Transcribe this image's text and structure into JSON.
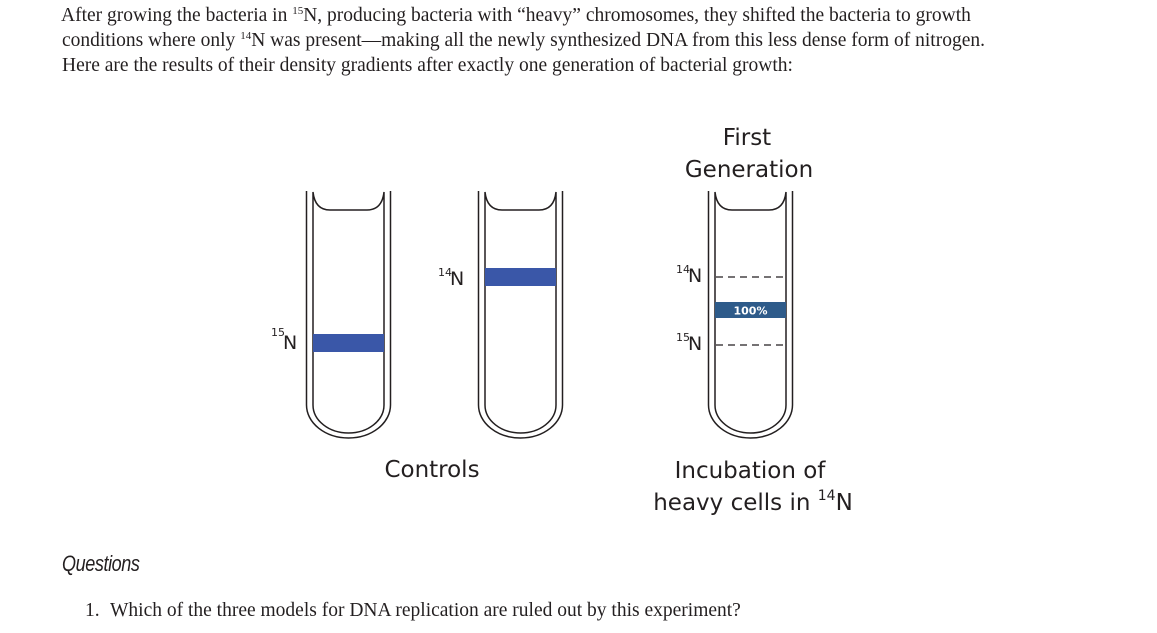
{
  "intro": {
    "line1_a": "After growing the bacteria in ",
    "line1_sup": "15",
    "line1_b": "N, producing bacteria with “heavy” chromosomes, they shifted the bacteria to growth",
    "line2_a": "conditions where only ",
    "line2_sup": "14",
    "line2_b": "N was present—making all the newly synthesized DNA from this less dense form of nitrogen.",
    "line3": "Here are the results of their density gradients after exactly one generation of bacterial growth:"
  },
  "figure": {
    "colors": {
      "band_blue": "#3a57a8",
      "band_dark": "#2e5b8a",
      "outline": "#231f20"
    },
    "tube1": {
      "label_sup": "15",
      "label_base": "N"
    },
    "tube2": {
      "label_sup": "14",
      "label_base": "N"
    },
    "tube3": {
      "top_label_sup": "14",
      "top_label_base": "N",
      "bottom_label_sup": "15",
      "bottom_label_base": "N",
      "band_text": "100%"
    },
    "title_line1": "First",
    "title_line2": "Generation",
    "controls_caption": "Controls",
    "incubation_line1": "Incubation of",
    "incubation_line2_a": "heavy cells in ",
    "incubation_line2_sup": "14",
    "incubation_line2_b": "N"
  },
  "questions": {
    "heading": "Questions",
    "items": [
      {
        "number": "1.",
        "text": "Which of the three models for DNA replication are ruled out by this experiment?"
      }
    ]
  }
}
